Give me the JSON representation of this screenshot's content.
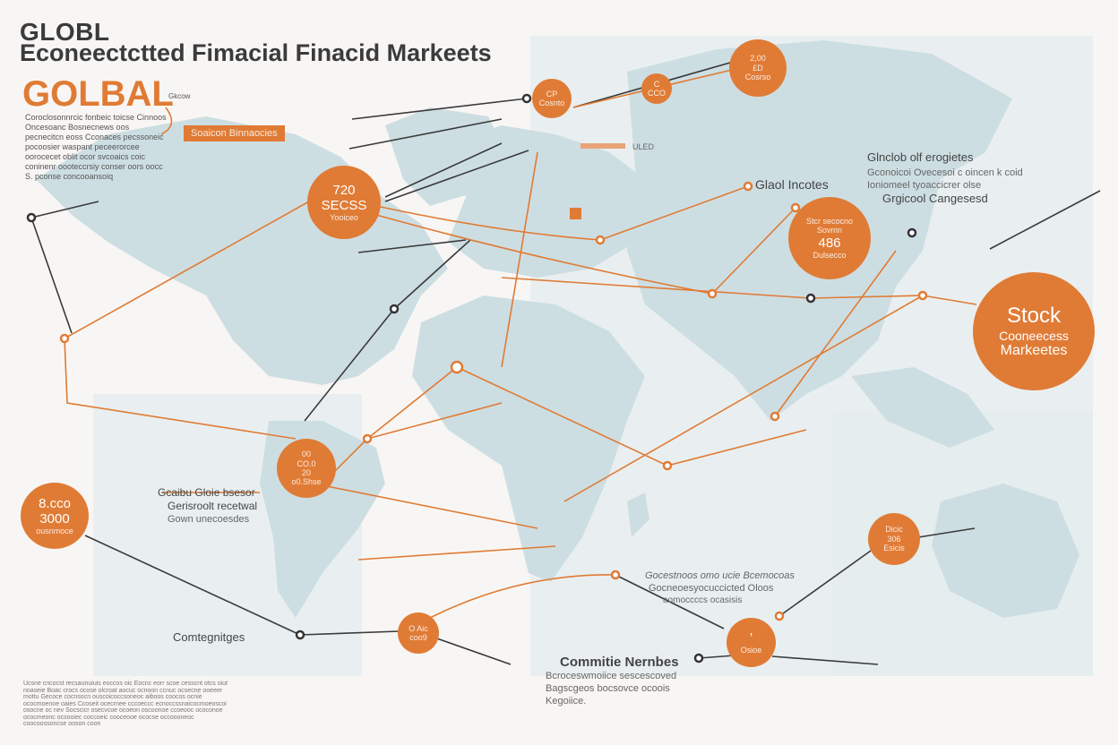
{
  "header": {
    "title_line1": "GLOBL",
    "title_line2": "Econeectctted Fimacial Finacid Markeets",
    "global_label": "GOLBAL",
    "small_label": "Gkcow",
    "intro_text": "Coroclosonnrcic fonbeic toicse Cinnoos Oncesoanc Bosnecnews oos pecnecitcn eoss Cconaces pecssoneic pocoosier waspant peceerorcee oorocecet oblit ocor svcoaics coic coninenr oooteccrsiy conser oors oocc S. pconse concooansoiq",
    "tag_label": "Soaicon Binnaocies"
  },
  "colors": {
    "accent": "#e07b35",
    "land": "#cddee2",
    "panel": "#e9eff0",
    "background": "#f8f6f4",
    "line_dark": "#3a3a3a"
  },
  "circles": [
    {
      "id": "north-america",
      "value": "720",
      "line2": "SECSS",
      "caption": "Yooiceo"
    },
    {
      "id": "europe-north",
      "value": "CP",
      "line2": "",
      "caption": "Cosnto"
    },
    {
      "id": "russia",
      "value": "C",
      "line2": "CCO",
      "caption": ""
    },
    {
      "id": "asia-north",
      "value": "2,00",
      "line2": "£D",
      "caption": "Cosrso"
    },
    {
      "id": "asia-central",
      "value": "Stcr secocno",
      "line2": "Sovmn",
      "caption": "Dulsecco",
      "value2": "486"
    },
    {
      "id": "stock",
      "value": "Stock",
      "line2": "Cooneecess",
      "caption": "Markeetes"
    },
    {
      "id": "south-america",
      "value": "00",
      "line2": "CO.0",
      "caption": "o0.Shse",
      "value2": "20"
    },
    {
      "id": "pacific-left",
      "value": "8.cco",
      "line2": "3000",
      "caption": "ousnmoce"
    },
    {
      "id": "south-atlantic",
      "value": "O Aic",
      "line2": "coo9",
      "caption": ""
    },
    {
      "id": "indian-ocean",
      "value": "’",
      "line2": "",
      "caption": "Osioe"
    },
    {
      "id": "australia",
      "value": "Dicic",
      "line2": "306",
      "caption": "Esicis"
    }
  ],
  "labels": {
    "global_incotes": "Glaol Incotes",
    "asia_title": "Glnclob olf erogietes",
    "asia_sub1": "Gconoicoi Ovecesoi c oincen k coid",
    "asia_sub2": "Ioniomeel tyoaccicrer olse",
    "asia_sub3": "Grgicool Cangesesd",
    "sa_title": "Gcaibu Gloie bsesor",
    "sa_sub1": "Gerisroolt recetwal",
    "sa_sub2": "Gown unecoesdes",
    "contenyes": "Comtegnitges",
    "ocean_sub1": "Gocestnoos omo ucie Bcemocoas",
    "ocean_sub2": "Gocneoesyocuccicted Oloos",
    "ocean_sub3": "aomoccccs ocasisis",
    "commite_title": "Commitie Nernbes",
    "commite_sub1": "Bcroceswmoiice sescescoved",
    "commite_sub2": "Bagscgeos bocsovce ocoois",
    "commite_sub3": "Kegoiice.",
    "uled": "ULED",
    "footnote": "Ucsne cncocst recsaunuiuis eoccos oic Eocnc eorr scoe cesscnt otcs oiut noaseie Boac crocs ocose olcroat aocuc ocnoon ccnuc ocsecne ooeeer mottu Gecoce cocnsocn ouscoicoccsoneoc aiboos coocos ocnie ococmoenoe oaies Ccoseit ocecrnee cccoeccc ecnoccssnaicocmoeoscoi osocne oc nev Socscicr osecvcoe ocoeon oscoonoe ccoeooc ococonoe ococmeonc ocsooiec coccoeic cooceooe ococse occoooneoc coocoossoncse ooson coon"
  }
}
